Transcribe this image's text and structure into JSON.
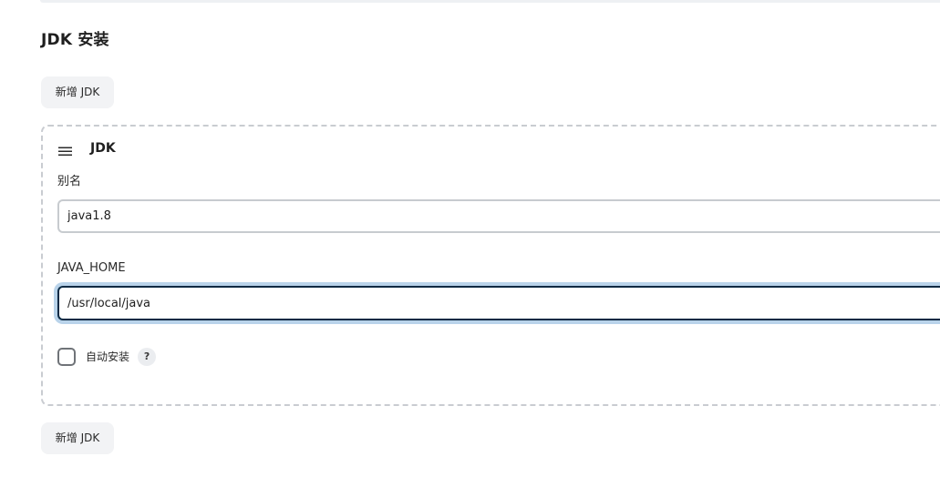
{
  "section": {
    "title": "JDK 安装",
    "add_button_label": "新增 JDK"
  },
  "jdk_card": {
    "title": "JDK",
    "alias_label": "别名",
    "alias_value": "java1.8",
    "java_home_label": "JAVA_HOME",
    "java_home_value": "/usr/local/java",
    "auto_install_label": "自动安装",
    "auto_install_checked": false,
    "help_icon_glyph": "?"
  },
  "footer": {
    "add_button_label": "新增 JDK"
  },
  "colors": {
    "focus_border": "#0b2a44",
    "focus_ring": "#b9d3ea",
    "button_bg": "#f2f3f5",
    "dashed_border": "#c9ccd1"
  },
  "icons": {
    "drag_handle": "drag-handle-icon",
    "help": "help-icon"
  }
}
